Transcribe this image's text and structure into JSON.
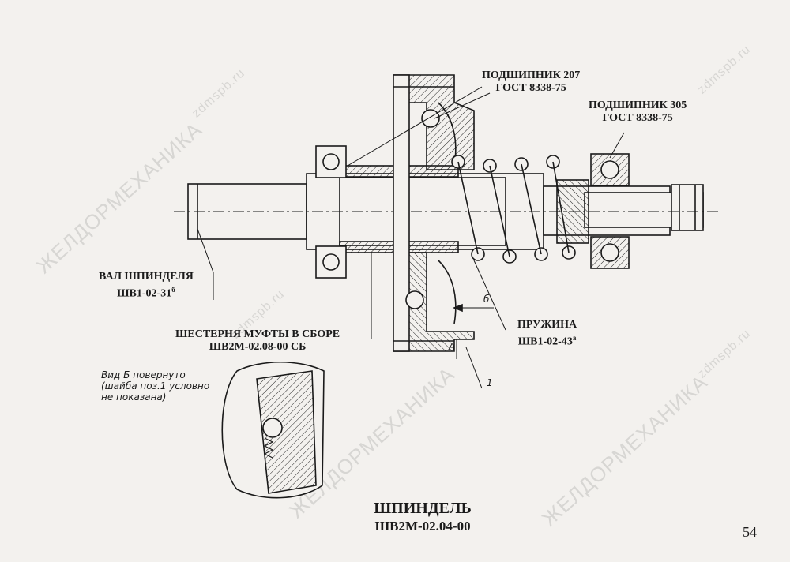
{
  "labels": {
    "bearing_207_line1": "ПОДШИПНИК 207",
    "bearing_207_line2": "ГОСТ 8338-75",
    "bearing_305_line1": "ПОДШИПНИК 305",
    "bearing_305_line2": "ГОСТ 8338-75",
    "shaft_line1": "ВАЛ ШПИНДЕЛЯ",
    "shaft_line2": "ШВ1-02-31",
    "shaft_sup": "б",
    "gear_line1": "ШЕСТЕРНЯ МУФТЫ В СБОРЕ",
    "gear_line2": "ШВ2М-02.08-00 СБ",
    "spring_line1": "ПРУЖИНА",
    "spring_line2": "ШВ1-02-43",
    "spring_sup": "а",
    "section_b": "б",
    "section_a": "A",
    "callout_1": "1"
  },
  "view_note": {
    "line1": "Вид Б  повернуто",
    "line2": "(шайба поз.1 условно",
    "line3": "не показана)"
  },
  "title": {
    "line1": "ШПИНДЕЛЬ",
    "line2": "ШВ2М-02.04-00"
  },
  "page_number": "54",
  "watermarks": {
    "brand": "ЖЕЛДОРМЕХАНИКА",
    "site": "zdmspb.ru"
  }
}
